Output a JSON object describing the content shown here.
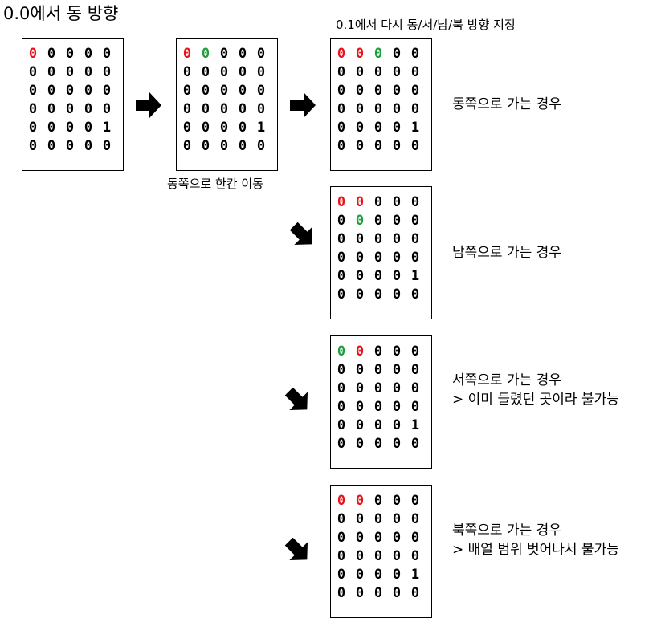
{
  "title": "0.0에서 동 방향",
  "captions": {
    "move_east": "동쪽으로 한칸 이동",
    "redirect": "0.1에서 다시 동/서/남/북 방향 지정"
  },
  "case_labels": {
    "east": "동쪽으로 가는 경우",
    "south": "남쪽으로 가는 경우",
    "west": "서쪽으로 가는 경우",
    "west_note": "> 이미 들렸던 곳이라 불가능",
    "north": "북쪽으로 가는 경우",
    "north_note": "> 배열 범위 벗어나서 불가능"
  },
  "colors": {
    "visited": "#e8141c",
    "current": "#1e9e3e",
    "default": "#000000"
  },
  "grids": [
    {
      "id": "start",
      "cells": [
        [
          "0",
          "0",
          "0",
          "0",
          "0"
        ],
        [
          "0",
          "0",
          "0",
          "0",
          "0"
        ],
        [
          "0",
          "0",
          "0",
          "0",
          "0"
        ],
        [
          "0",
          "0",
          "0",
          "0",
          "0"
        ],
        [
          "0",
          "0",
          "0",
          "0",
          "1"
        ],
        [
          "0",
          "0",
          "0",
          "0",
          "0"
        ]
      ],
      "marks": [
        {
          "r": 0,
          "c": 0,
          "state": "visited"
        }
      ]
    },
    {
      "id": "moved-east",
      "cells": [
        [
          "0",
          "0",
          "0",
          "0",
          "0"
        ],
        [
          "0",
          "0",
          "0",
          "0",
          "0"
        ],
        [
          "0",
          "0",
          "0",
          "0",
          "0"
        ],
        [
          "0",
          "0",
          "0",
          "0",
          "0"
        ],
        [
          "0",
          "0",
          "0",
          "0",
          "1"
        ],
        [
          "0",
          "0",
          "0",
          "0",
          "0"
        ]
      ],
      "marks": [
        {
          "r": 0,
          "c": 0,
          "state": "visited"
        },
        {
          "r": 0,
          "c": 1,
          "state": "current"
        }
      ]
    },
    {
      "id": "case-east",
      "cells": [
        [
          "0",
          "0",
          "0",
          "0",
          "0"
        ],
        [
          "0",
          "0",
          "0",
          "0",
          "0"
        ],
        [
          "0",
          "0",
          "0",
          "0",
          "0"
        ],
        [
          "0",
          "0",
          "0",
          "0",
          "0"
        ],
        [
          "0",
          "0",
          "0",
          "0",
          "1"
        ],
        [
          "0",
          "0",
          "0",
          "0",
          "0"
        ]
      ],
      "marks": [
        {
          "r": 0,
          "c": 0,
          "state": "visited"
        },
        {
          "r": 0,
          "c": 1,
          "state": "visited"
        },
        {
          "r": 0,
          "c": 2,
          "state": "current"
        }
      ]
    },
    {
      "id": "case-south",
      "cells": [
        [
          "0",
          "0",
          "0",
          "0",
          "0"
        ],
        [
          "0",
          "0",
          "0",
          "0",
          "0"
        ],
        [
          "0",
          "0",
          "0",
          "0",
          "0"
        ],
        [
          "0",
          "0",
          "0",
          "0",
          "0"
        ],
        [
          "0",
          "0",
          "0",
          "0",
          "1"
        ],
        [
          "0",
          "0",
          "0",
          "0",
          "0"
        ]
      ],
      "marks": [
        {
          "r": 0,
          "c": 0,
          "state": "visited"
        },
        {
          "r": 0,
          "c": 1,
          "state": "visited"
        },
        {
          "r": 1,
          "c": 1,
          "state": "current"
        }
      ]
    },
    {
      "id": "case-west",
      "cells": [
        [
          "0",
          "0",
          "0",
          "0",
          "0"
        ],
        [
          "0",
          "0",
          "0",
          "0",
          "0"
        ],
        [
          "0",
          "0",
          "0",
          "0",
          "0"
        ],
        [
          "0",
          "0",
          "0",
          "0",
          "0"
        ],
        [
          "0",
          "0",
          "0",
          "0",
          "1"
        ],
        [
          "0",
          "0",
          "0",
          "0",
          "0"
        ]
      ],
      "marks": [
        {
          "r": 0,
          "c": 0,
          "state": "current"
        },
        {
          "r": 0,
          "c": 1,
          "state": "visited"
        }
      ]
    },
    {
      "id": "case-north",
      "cells": [
        [
          "0",
          "0",
          "0",
          "0",
          "0"
        ],
        [
          "0",
          "0",
          "0",
          "0",
          "0"
        ],
        [
          "0",
          "0",
          "0",
          "0",
          "0"
        ],
        [
          "0",
          "0",
          "0",
          "0",
          "0"
        ],
        [
          "0",
          "0",
          "0",
          "0",
          "1"
        ],
        [
          "0",
          "0",
          "0",
          "0",
          "0"
        ]
      ],
      "marks": [
        {
          "r": 0,
          "c": 0,
          "state": "visited"
        },
        {
          "r": 0,
          "c": 1,
          "state": "visited"
        }
      ]
    }
  ],
  "arrows": [
    {
      "id": "start-to-moved",
      "direction": "east"
    },
    {
      "id": "moved-to-east-case",
      "direction": "east"
    },
    {
      "id": "to-south-case",
      "direction": "south-east"
    },
    {
      "id": "to-west-case",
      "direction": "south-east"
    },
    {
      "id": "to-north-case",
      "direction": "south-east"
    }
  ]
}
